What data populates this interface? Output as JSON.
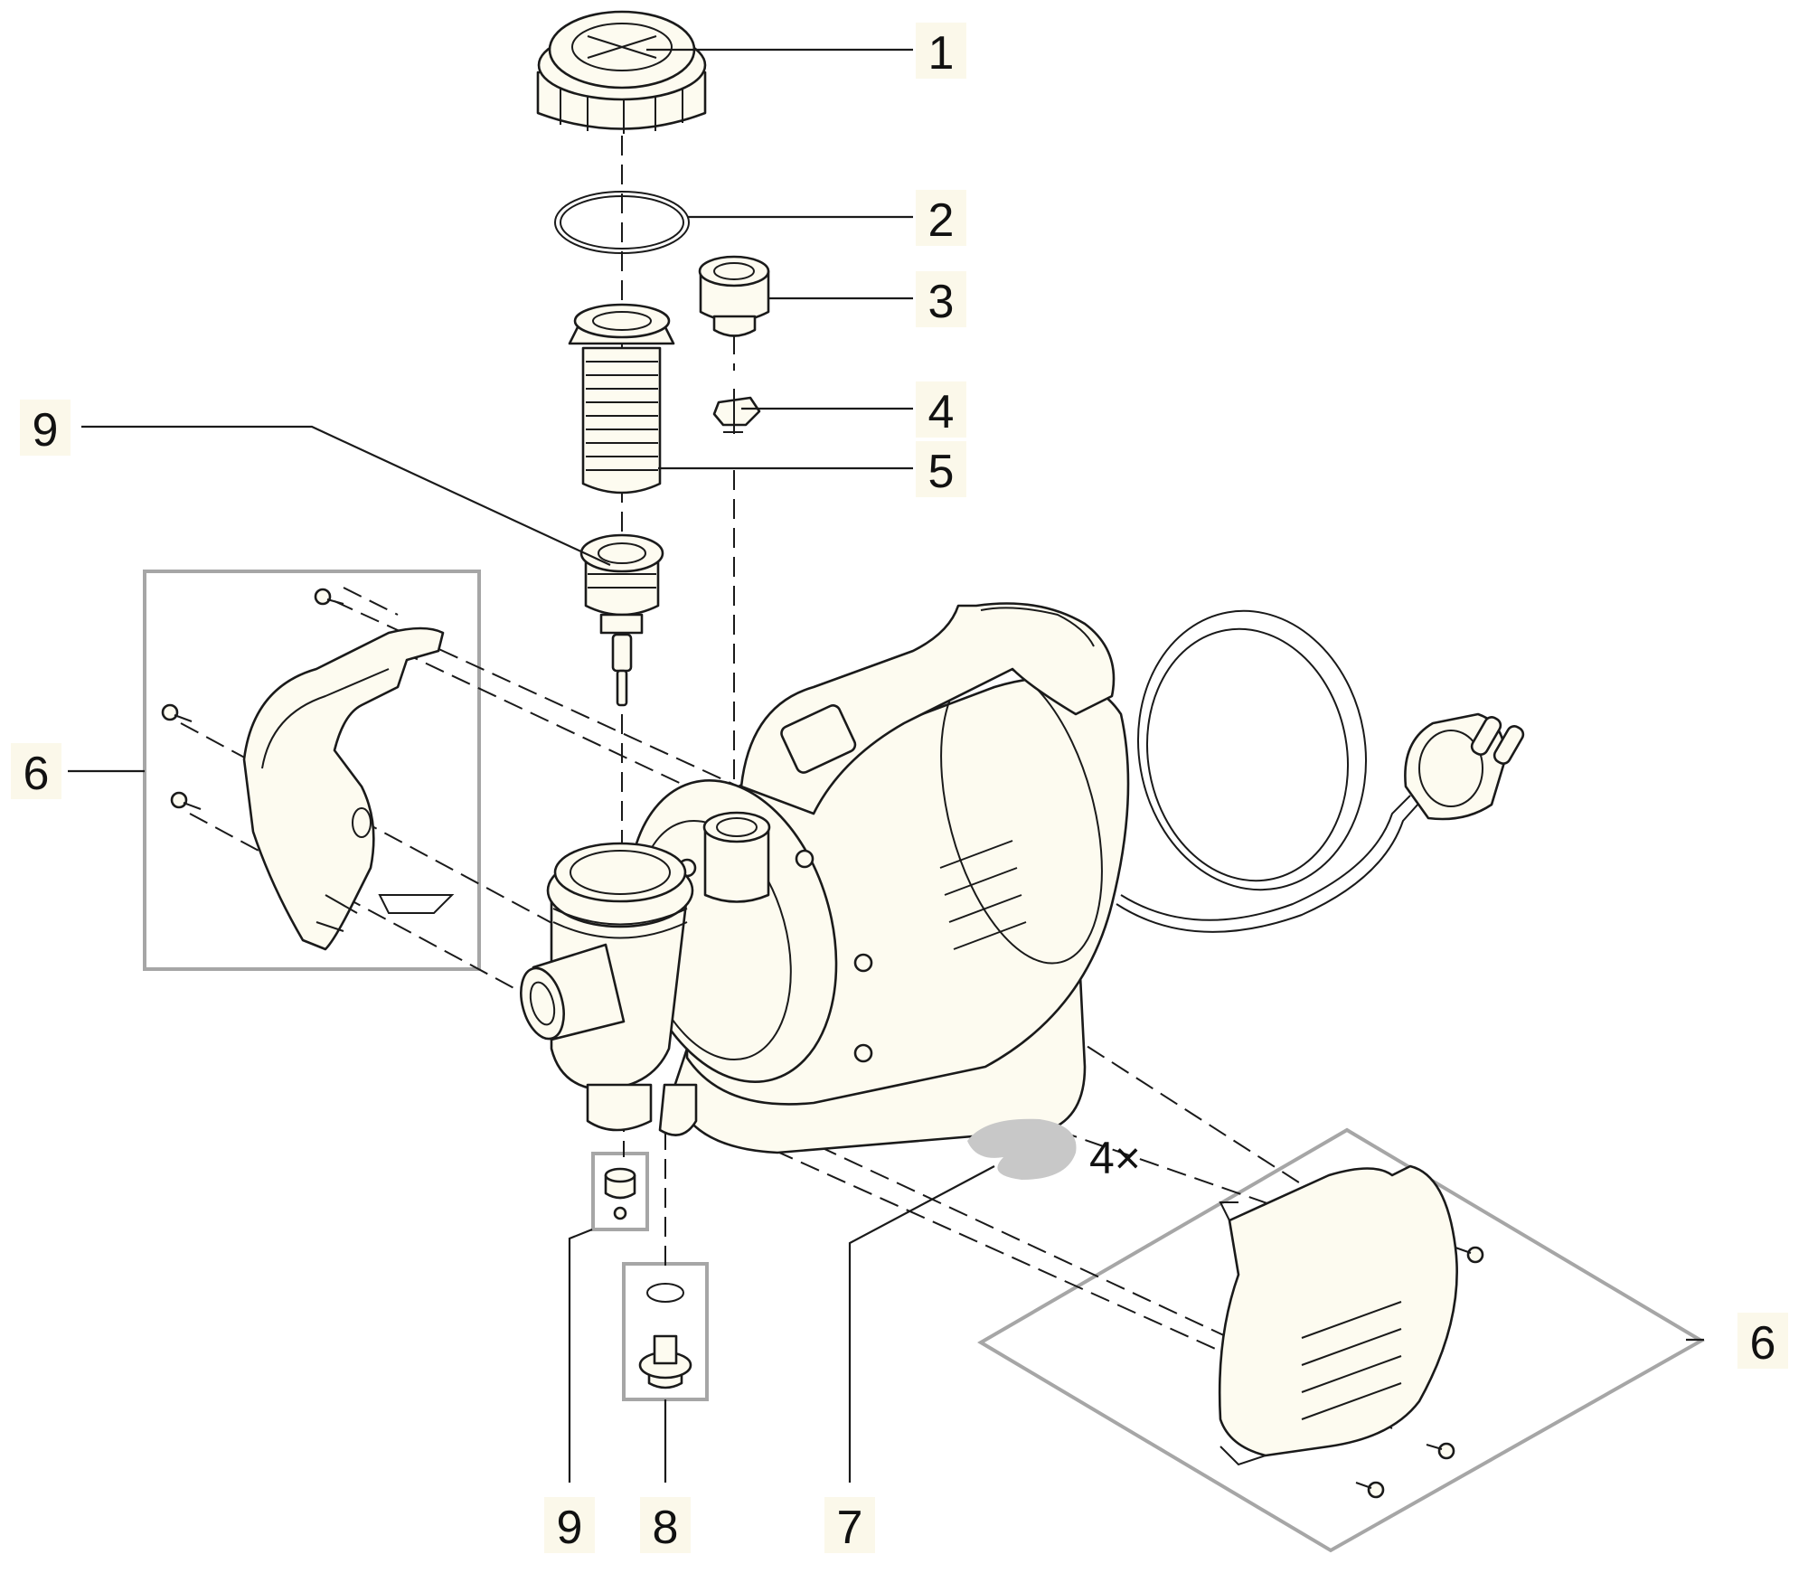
{
  "callouts": {
    "c1": "1",
    "c2": "2",
    "c3": "3",
    "c4": "4",
    "c5": "5",
    "c6_left": "6",
    "c6_right": "6",
    "c7": "7",
    "c8": "8",
    "c9_top": "9",
    "c9_bottom": "9"
  },
  "quantity_note": "4×",
  "colors": {
    "line": "#1a1a1a",
    "part_fill": "#fdfbf0",
    "label_bg": "#fbf8ea",
    "group_box": "#a6a6a6",
    "foot_pad": "#c8c8c8"
  },
  "icons": [
    "filter-cap",
    "o-ring",
    "pressure-connector",
    "check-valve",
    "filter-insert",
    "filter-housing",
    "housing-cover-left",
    "housing-cover-right",
    "foot-pad",
    "drain-plug",
    "screw",
    "pump-body",
    "power-cable",
    "mains-plug"
  ]
}
